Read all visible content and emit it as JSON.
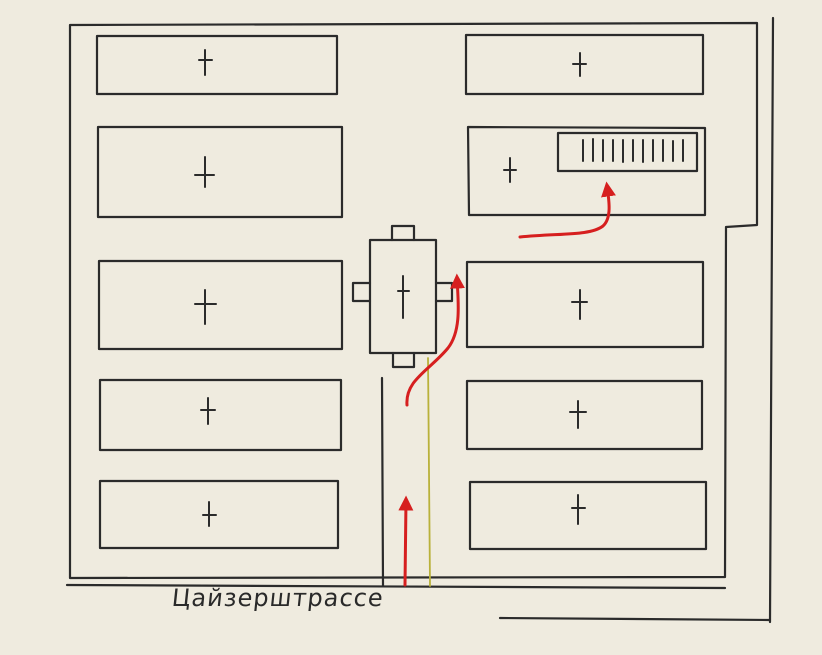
{
  "street": {
    "label": "Цайзерштрассе"
  },
  "colors": {
    "paper": "#efebdf",
    "ink": "#2b2b2b",
    "route": "#d61f1f"
  },
  "icons": {
    "grave": "cross-icon",
    "chapel": "chapel-icon",
    "stairs": "stairs-icon",
    "route": "arrow-icon"
  },
  "plots": {
    "left_column_count": 5,
    "right_column_count": 5
  }
}
